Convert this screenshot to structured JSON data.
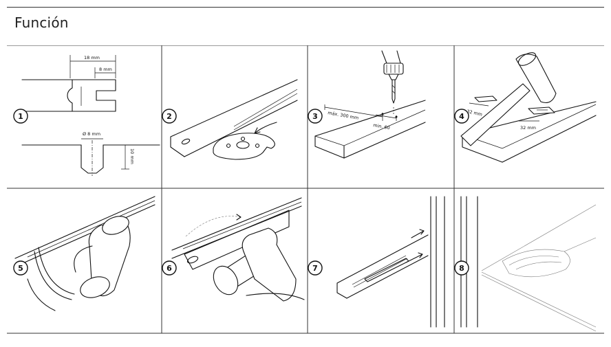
{
  "page": {
    "title": "Función"
  },
  "steps": [
    {
      "number": "1",
      "labels": {
        "width_total": "18 mm",
        "width_inner": "8 mm",
        "drill_diameter": "Ø 8 mm",
        "drill_depth": "10 mm"
      }
    },
    {
      "number": "2"
    },
    {
      "number": "3",
      "labels": {
        "max_spacing": "máx. 300 mm",
        "min_edge": "min. 60"
      }
    },
    {
      "number": "4",
      "labels": {
        "offset_a": "32 mm",
        "offset_b": "32 mm"
      }
    },
    {
      "number": "5"
    },
    {
      "number": "6"
    },
    {
      "number": "7"
    },
    {
      "number": "8"
    }
  ]
}
